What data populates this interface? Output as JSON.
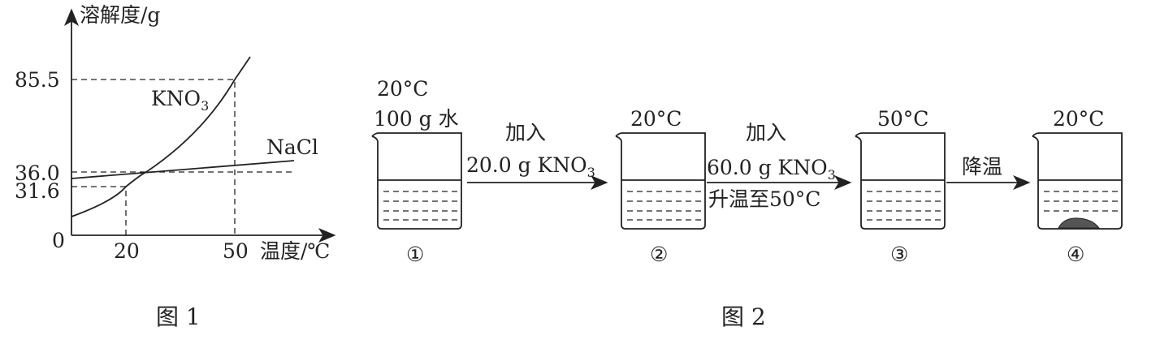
{
  "figure1": {
    "y_axis_label": "溶解度/g",
    "x_axis_label": "温度/℃",
    "origin_label": "0",
    "y_ticks": [
      "85.5",
      "36.0",
      "31.6"
    ],
    "x_ticks": [
      "20",
      "50"
    ],
    "series": [
      {
        "name": "KNO",
        "subscript": "3"
      },
      {
        "name": "NaCl"
      }
    ],
    "caption": "图 1"
  },
  "chart_data": {
    "type": "line",
    "xlabel": "温度/℃",
    "ylabel": "溶解度/g",
    "x_ticks": [
      20,
      50
    ],
    "y_ticks": [
      31.6,
      36.0,
      85.5
    ],
    "series": [
      {
        "name": "KNO3",
        "points": [
          [
            0,
            13.3
          ],
          [
            20,
            31.6
          ],
          [
            24,
            36.0
          ],
          [
            50,
            85.5
          ]
        ]
      },
      {
        "name": "NaCl",
        "points": [
          [
            0,
            35.7
          ],
          [
            20,
            36.0
          ],
          [
            50,
            37.0
          ]
        ]
      }
    ]
  },
  "figure2": {
    "beakers": [
      {
        "temp": "20°C",
        "note": "100 g 水",
        "number": "①"
      },
      {
        "temp": "20°C",
        "number": "②"
      },
      {
        "temp": "50°C",
        "number": "③"
      },
      {
        "temp": "20°C",
        "number": "④"
      }
    ],
    "steps": [
      {
        "top": "加入",
        "bottom": "20.0 g KNO",
        "sub": "3"
      },
      {
        "top": "加入",
        "middle": "60.0 g KNO",
        "sub": "3",
        "bottom": "升温至50°C"
      },
      {
        "top": "降温"
      }
    ],
    "caption": "图 2"
  }
}
